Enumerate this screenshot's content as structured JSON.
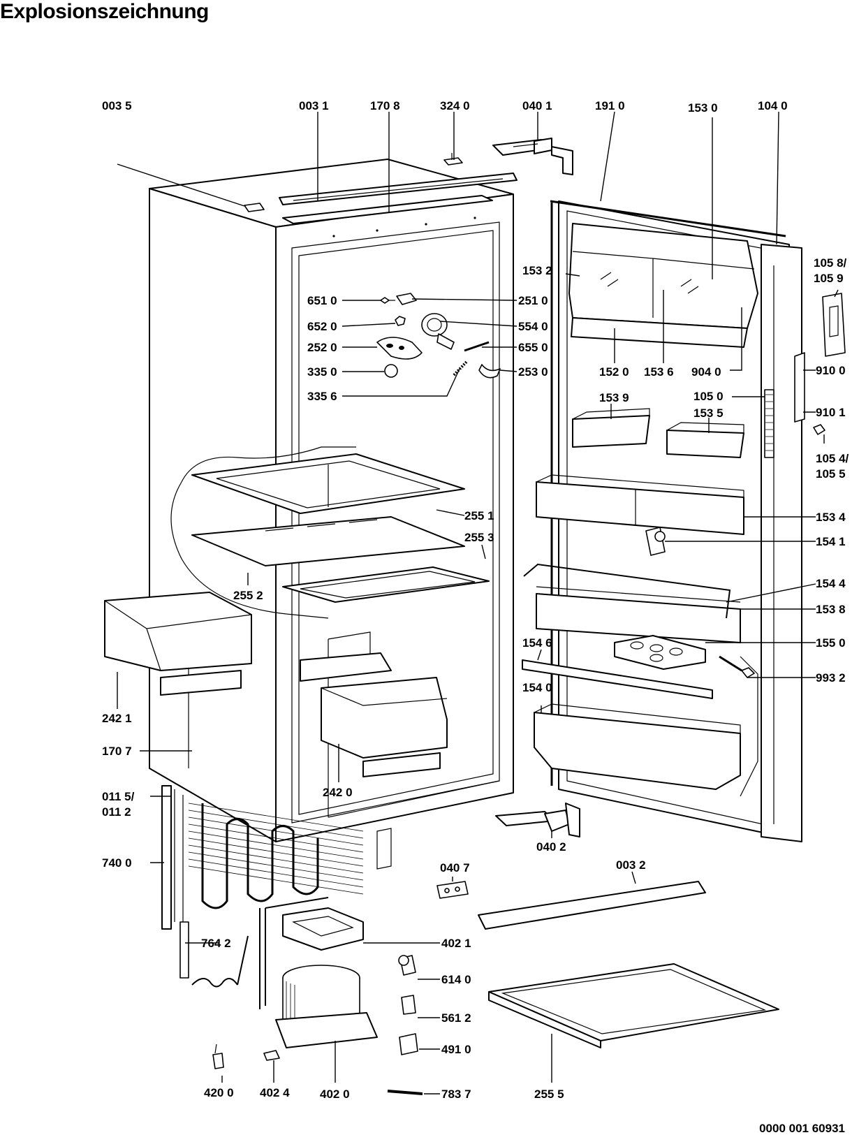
{
  "title": "Explosionszeichnung",
  "drawing_number": "0000 001 60931",
  "labels": [
    "003 5",
    "003 1",
    "170 8",
    "324 0",
    "040 1",
    "191 0",
    "153 0",
    "104 0",
    "153 2",
    "105 8/",
    "105 9",
    "651 0",
    "251 0",
    "652 0",
    "554 0",
    "252 0",
    "655 0",
    "335 0",
    "253 0",
    "152 0",
    "153 6",
    "904 0",
    "910 0",
    "335 6",
    "153 9",
    "105 0",
    "153 5",
    "910 1",
    "105 4/",
    "105 5",
    "153 4",
    "255 1",
    "255 3",
    "154 1",
    "255 2",
    "154 4",
    "153 8",
    "154 6",
    "155 0",
    "993 2",
    "154 0",
    "242 1",
    "170 7",
    "242 0",
    "011 5/",
    "011 2",
    "740 0",
    "040 7",
    "040 2",
    "003 2",
    "764 2",
    "402 1",
    "614 0",
    "561 2",
    "491 0",
    "420 0",
    "402 4",
    "402 0",
    "783 7",
    "255 5"
  ]
}
